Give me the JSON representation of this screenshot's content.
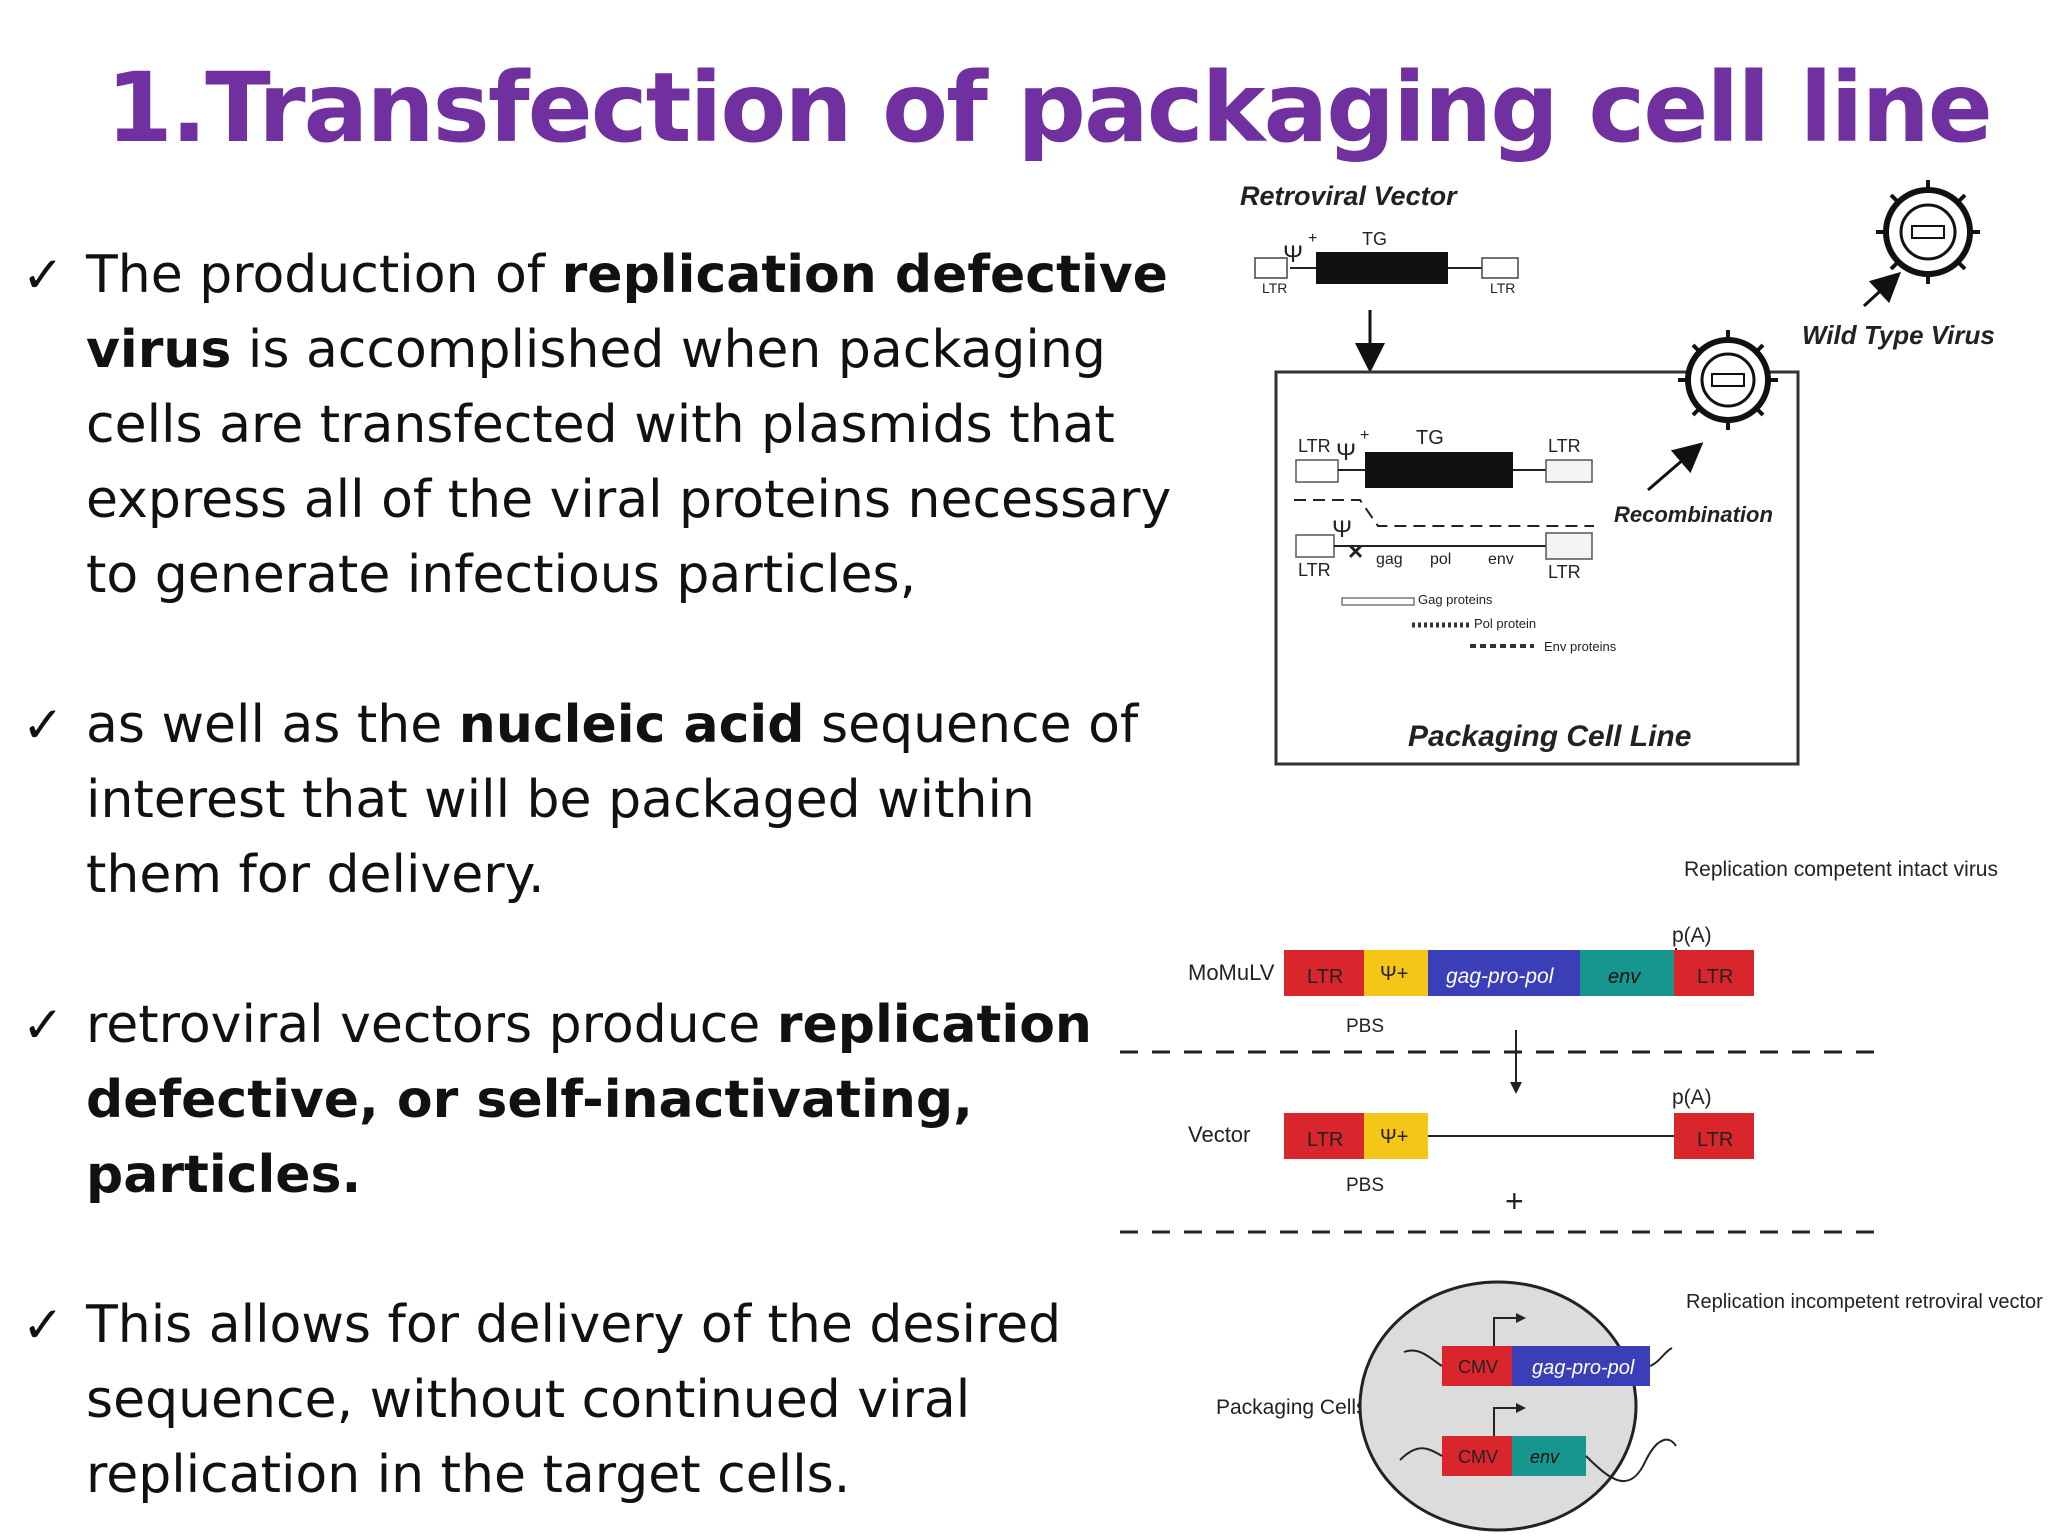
{
  "slide": {
    "title": "1.Transfection of packaging cell line"
  },
  "bullets": [
    {
      "p1": "The production of ",
      "b1": "replication defective virus",
      "p2": " is accomplished when packaging cells are transfected with plasmids that express all of the viral proteins necessary to generate infectious particles,"
    },
    {
      "p1": " as well as the ",
      "b1": "nucleic acid",
      "p2": " sequence of interest that will be packaged within them for delivery."
    },
    {
      "p1": "retroviral vectors produce ",
      "b1": "replication defective, or self-inactivating, particles.",
      "p2": ""
    },
    {
      "p1": "This allows for delivery of the desired sequence, without continued viral replication in the target cells.",
      "b1": "",
      "p2": ""
    }
  ],
  "check_glyph": "✓",
  "figure_top": {
    "retroviral_vector": "Retroviral Vector",
    "psi_plus": "Ψ",
    "plus": "+",
    "tg": "TG",
    "ltr": "LTR",
    "wild_type_virus": "Wild Type Virus",
    "recombination": "Recombination",
    "gag": "gag",
    "pol": "pol",
    "env": "env",
    "gag_proteins": "Gag proteins",
    "pol_protein": "Pol protein",
    "env_proteins": "Env proteins",
    "packaging_cell_line": "Packaging Cell Line"
  },
  "figure_bottom": {
    "replication_competent": "Replication competent intact virus",
    "momulv": "MoMuLV",
    "ltr": "LTR",
    "psi_plus": "Ψ+",
    "gag_pro_pol": "gag-pro-pol",
    "env": "env",
    "pA": "p(A)",
    "pbs": "PBS",
    "vector": "Vector",
    "plus": "+",
    "replication_incompetent": "Replication incompetent retroviral vector",
    "packaging_cells": "Packaging Cells",
    "cmv": "CMV"
  },
  "colors": {
    "title": "#7030a0",
    "ltr_red": "#d9262c",
    "psi_yellow": "#f5c518",
    "gag_blue": "#3a3fb8",
    "env_teal": "#17958f",
    "cell_gray": "#dcdcdc"
  }
}
